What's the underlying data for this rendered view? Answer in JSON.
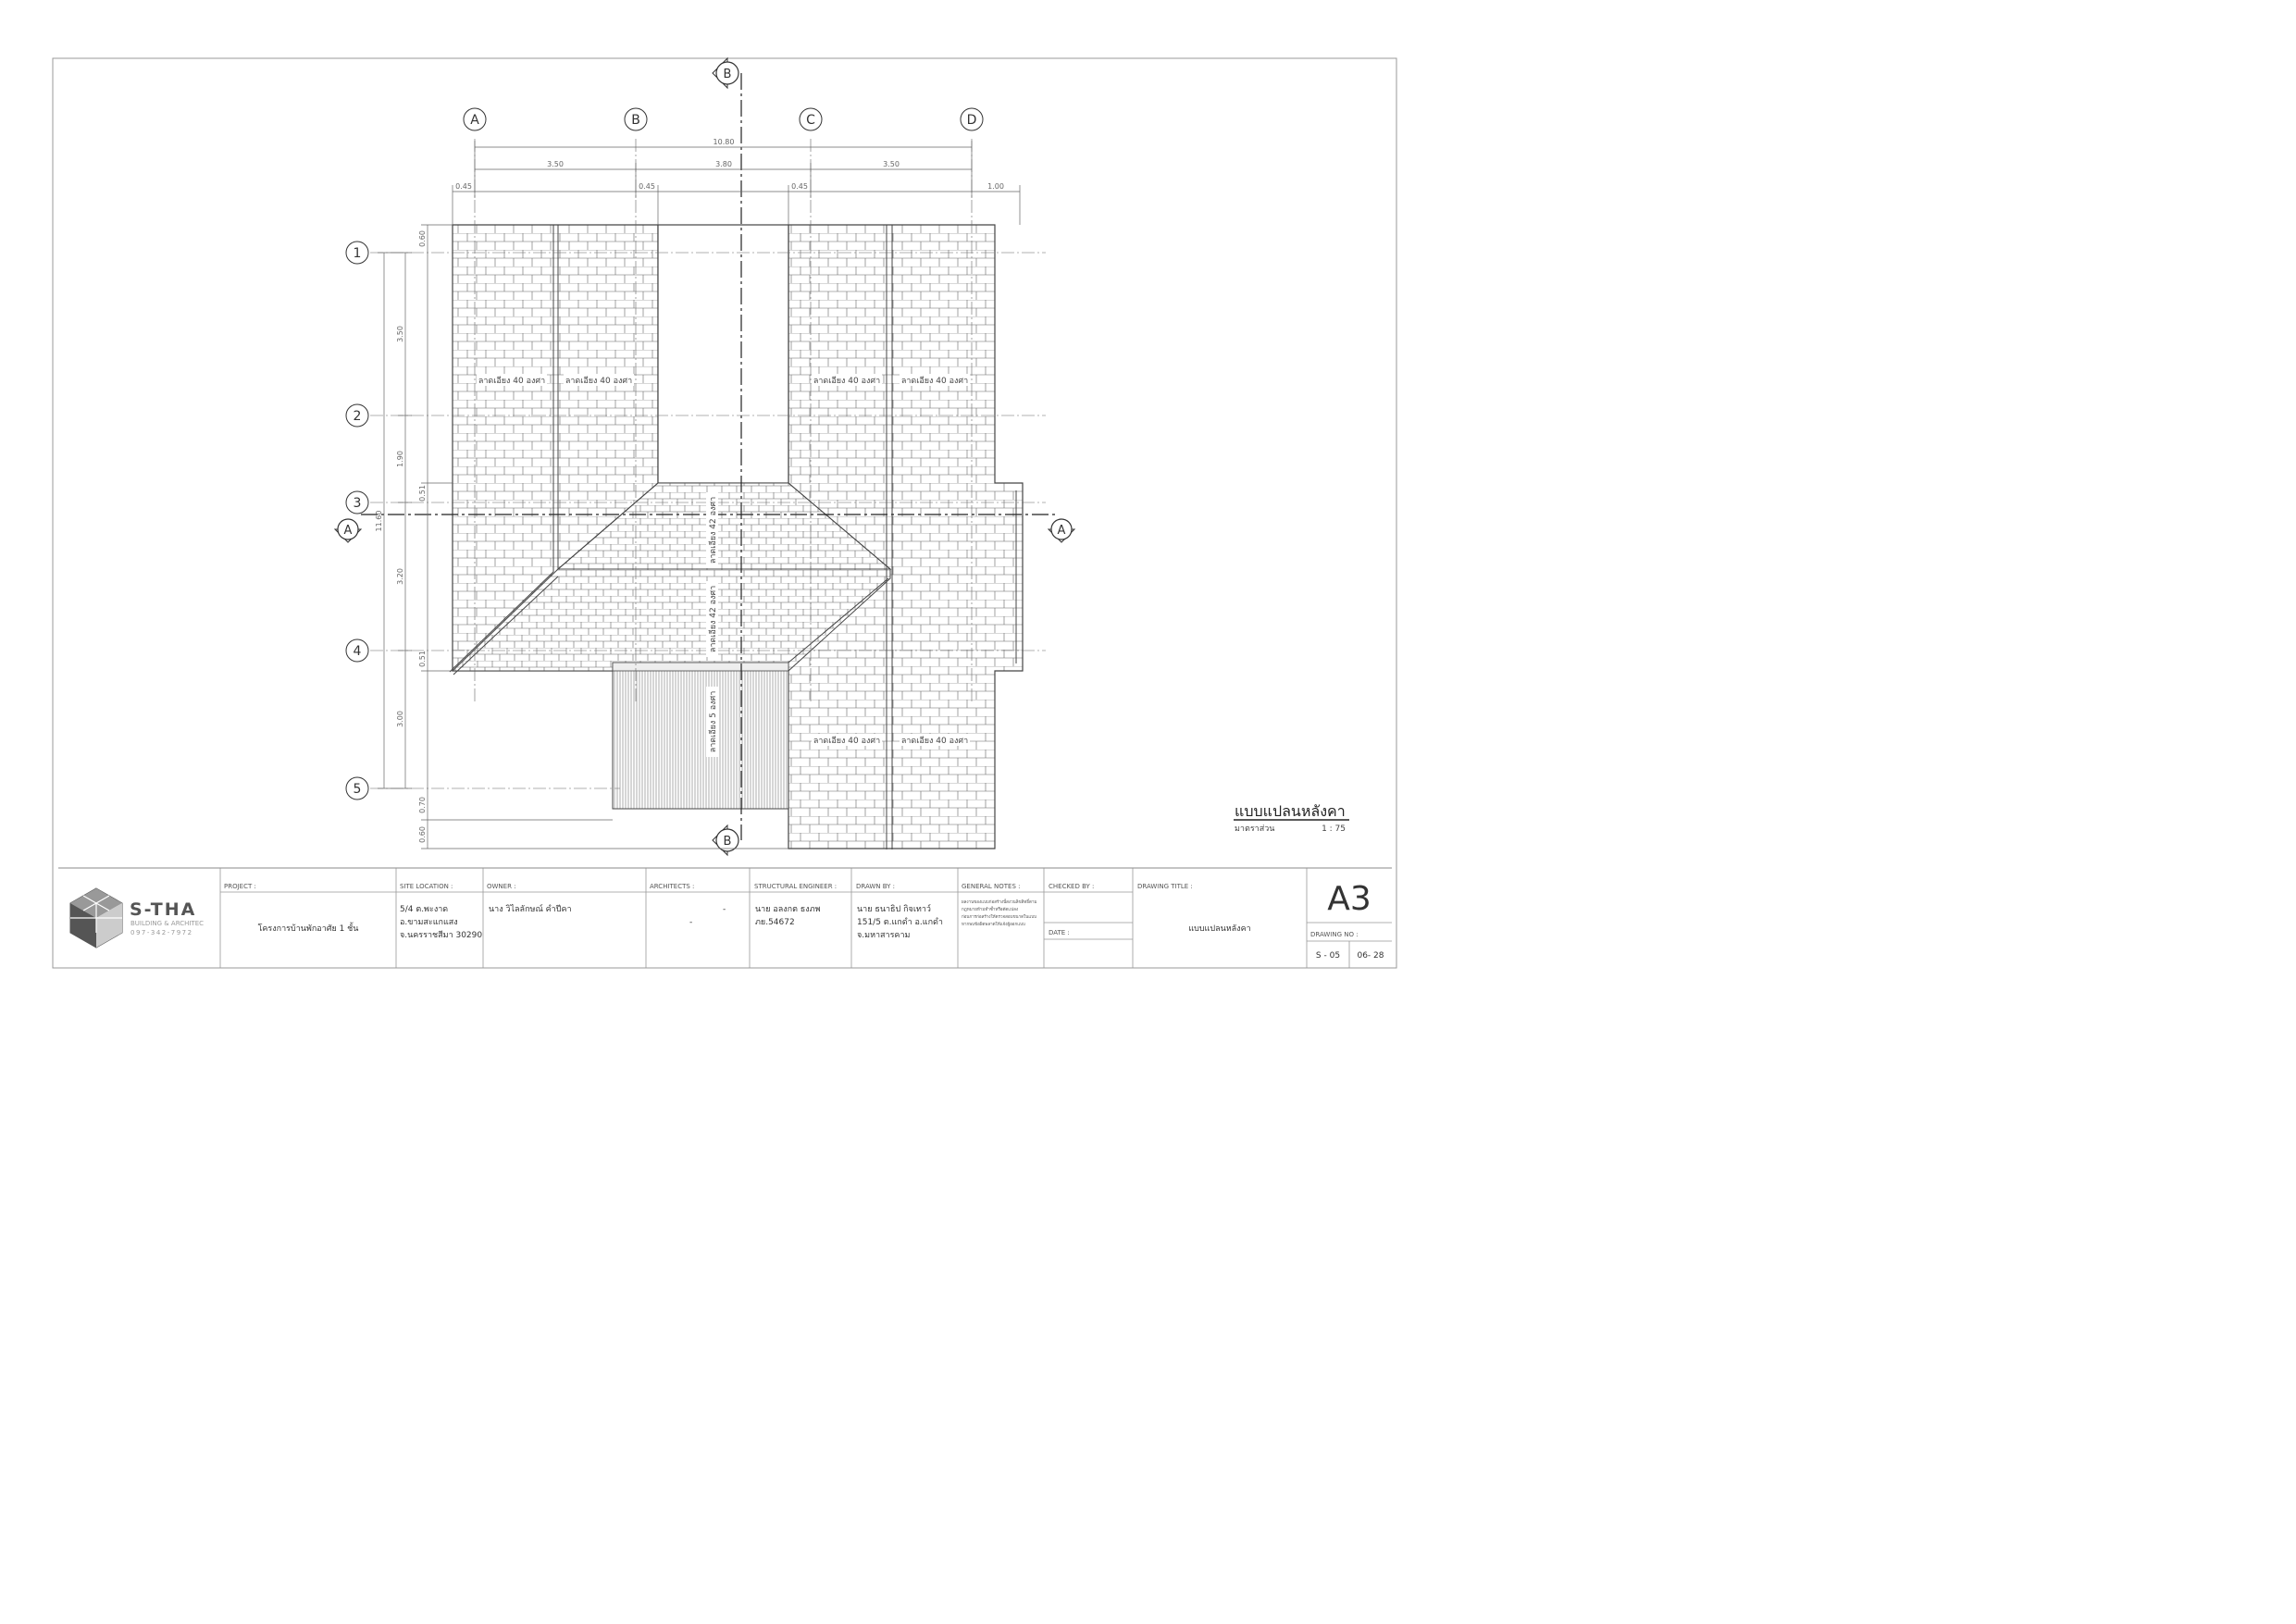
{
  "grid": {
    "columns": [
      "A",
      "B",
      "C",
      "D"
    ],
    "rows": [
      "1",
      "2",
      "3",
      "4",
      "5"
    ],
    "section_marks": [
      "B",
      "B",
      "A",
      "A"
    ]
  },
  "dimensions": {
    "overall_width": "10.80",
    "bays": [
      "3.50",
      "3.80",
      "3.50"
    ],
    "overhangs": [
      "0.45",
      "0.45",
      "0.45",
      "1.00"
    ],
    "vertical": [
      "0.60",
      "3.50",
      "1.90",
      "0.51",
      "3.20",
      "0.51",
      "3.00",
      "0.70",
      "0.60"
    ],
    "overall_height": "11.60"
  },
  "roof_slopes": {
    "upper_left_1": "ลาดเอียง 40 องศา",
    "upper_left_2": "ลาดเอียง 40 องศา",
    "upper_right_1": "ลาดเอียง 40 องศา",
    "upper_right_2": "ลาดเอียง 40 องศา",
    "middle_1": "ลาดเอียง 42 องศา",
    "middle_2": "ลาดเอียง 42 องศา",
    "carport": "ลาดเอียง 5 องศา",
    "lower_right_1": "ลาดเอียง 40 องศา",
    "lower_right_2": "ลาดเอียง 40 องศา"
  },
  "drawing": {
    "title": "แบบแปลนหลังคา",
    "scale_label": "มาตราส่วน",
    "scale_value": "1 : 75"
  },
  "title_block": {
    "logo": {
      "name": "S-THA",
      "tagline": "BUILDING & ARCHITEC",
      "phone": "097-342-7972"
    },
    "project_label": "PROJECT :",
    "project_value": "โครงการบ้านพักอาศัย 1 ชั้น",
    "site_label": "SITE LOCATION :",
    "site_lines": [
      "5/4 ต.พะงาด",
      "อ.ขามสะแกแสง",
      "จ.นครราชสีมา 30290"
    ],
    "owner_label": "OWNER :",
    "owner_value": "นาง วิไลลักษณ์ คำปีคา",
    "architects_label": "ARCHITECTS :",
    "architects_values": [
      "-",
      "-"
    ],
    "engineer_label": "STRUCTURAL ENGINEER :",
    "engineer_lines": [
      "นาย อลงกต ธงภพ",
      "ภย.54672"
    ],
    "drawn_label": "DRAWN BY :",
    "drawn_lines": [
      "นาย ธนาธิป กิจเทาว์",
      "151/5 ต.แกดำ อ.แกดำ",
      "จ.มหาสารคาม"
    ],
    "notes_label": "GENERAL NOTES :",
    "notes_lines": [
      "ผลงานของแบบก่อสร้างนี้สงวนลิขสิทธิ์ตาม",
      "กฎหมายห้ามทำซ้ำหรือดัดแปลง",
      "ก่อนการก่อสร้างให้ตรวจสอบขนาดในแบบ",
      "หากพบข้อผิดพลาดให้แจ้งผู้ออกแบบ"
    ],
    "checked_label": "CHECKED BY :",
    "date_label": "DATE :",
    "title_label": "DRAWING TITLE :",
    "title_value": "แบบแปลนหลังคา",
    "sheet_size": "A3",
    "drawing_no_label": "DRAWING NO :",
    "drawing_no": "S - 05",
    "sheet_of": "06- 28"
  }
}
